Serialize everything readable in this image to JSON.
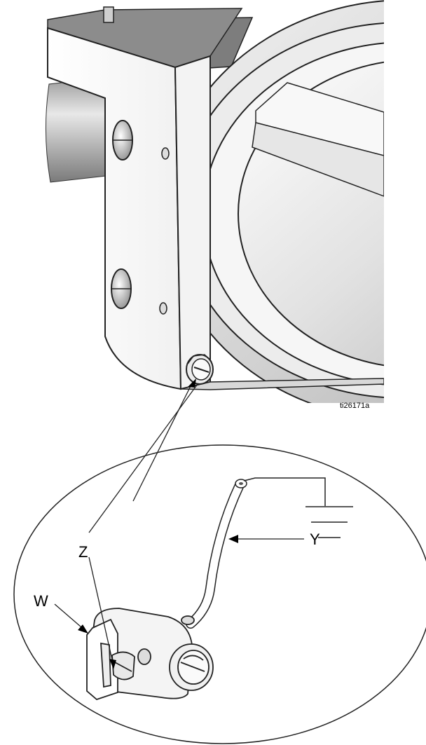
{
  "figure": {
    "id_label": "ti26171a"
  },
  "callouts": {
    "w": "W",
    "y": "Y",
    "z": "Z"
  }
}
